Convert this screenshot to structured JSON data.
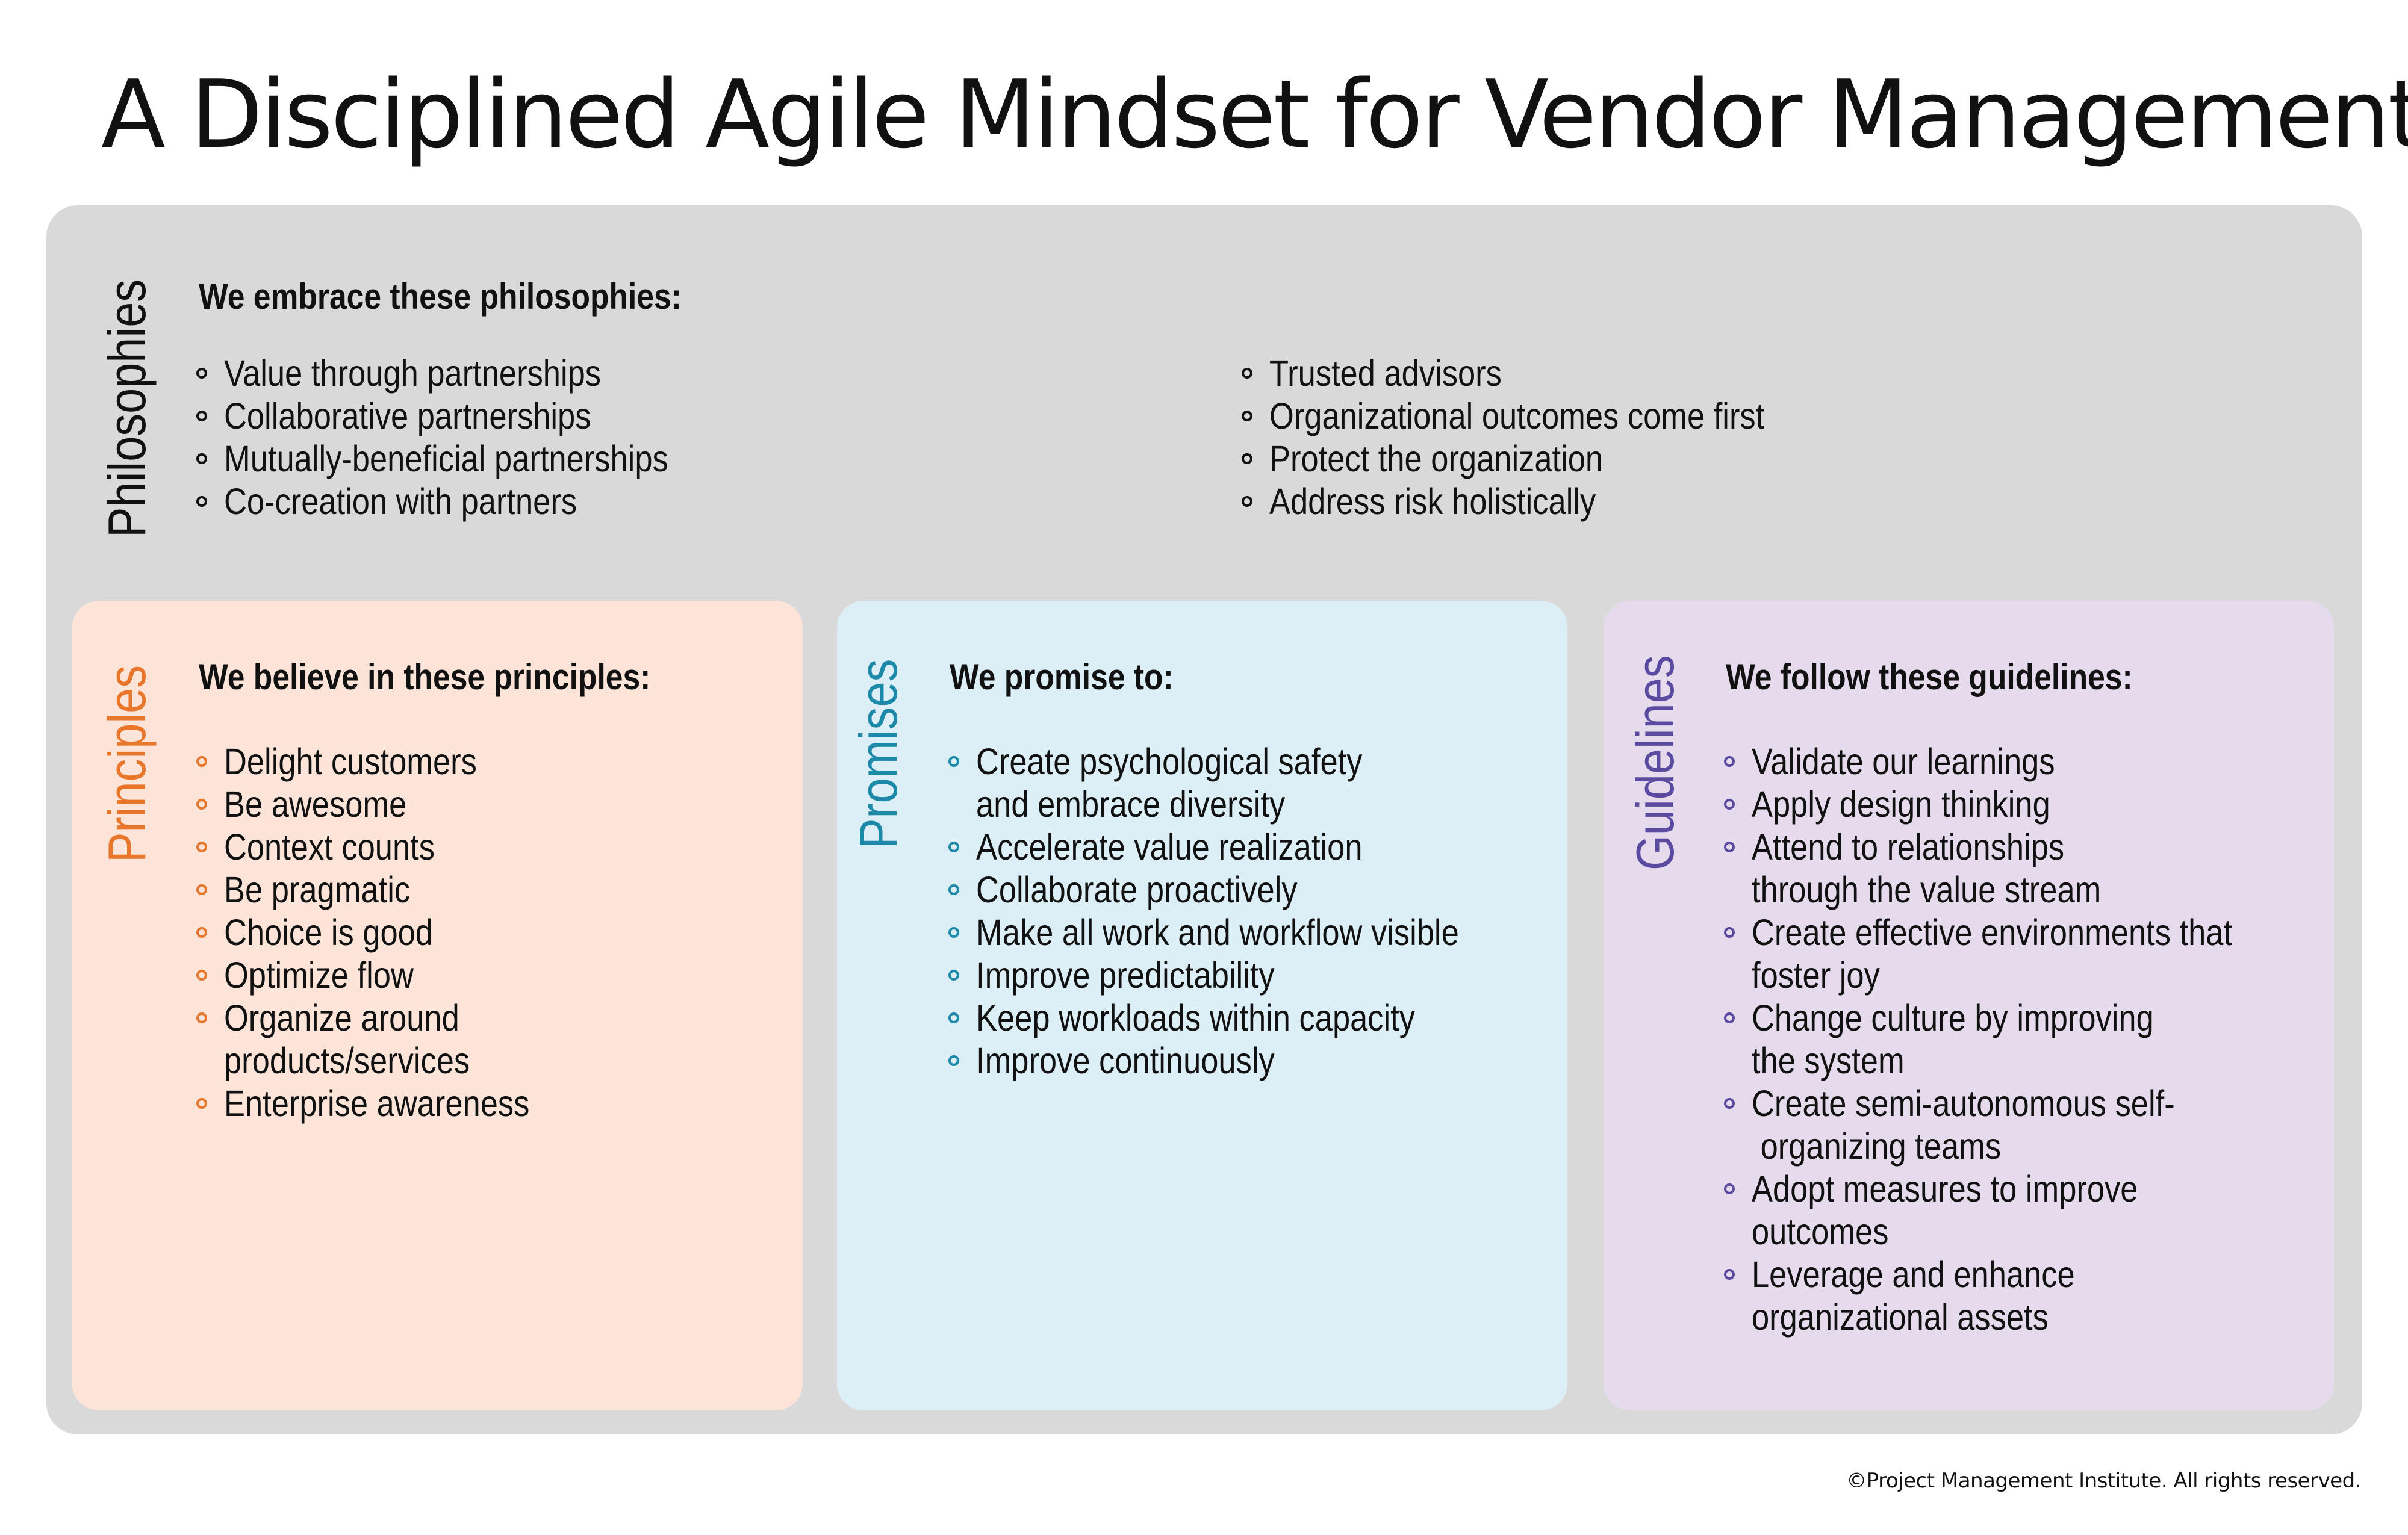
{
  "title": "A Disciplined Agile Mindset for Vendor Management",
  "colors": {
    "panel_bg": "#d9d9d9",
    "principles_accent": "#e8762b",
    "principles_bg": "#fce4d9",
    "promises_accent": "#1d89a8",
    "promises_bg": "#dceef6",
    "guidelines_accent": "#5a4ba0",
    "guidelines_bg": "#e5dbec"
  },
  "philosophies": {
    "label": "Philosophies",
    "heading": "We embrace these philosophies:",
    "left_items": [
      "Value through partnerships",
      "Collaborative partnerships",
      "Mutually-beneficial partnerships",
      "Co-creation with partners"
    ],
    "right_items": [
      "Trusted advisors",
      "Organizational outcomes come first",
      "Protect the organization",
      "Address risk holistically"
    ]
  },
  "principles": {
    "label": "Principles",
    "heading": "We believe in these principles:",
    "items": [
      "Delight customers",
      "Be awesome",
      "Context counts",
      "Be pragmatic",
      "Choice is good",
      "Optimize flow",
      "Organize around\nproducts/services",
      "Enterprise awareness"
    ]
  },
  "promises": {
    "label": "Promises",
    "heading": "We promise to:",
    "items": [
      "Create psychological safety\nand embrace diversity",
      "Accelerate value realization",
      "Collaborate proactively",
      "Make all work and workflow visible",
      "Improve predictability",
      "Keep workloads within capacity",
      "Improve continuously"
    ]
  },
  "guidelines": {
    "label": "Guidelines",
    "heading": "We follow these guidelines:",
    "items": [
      "Validate our learnings",
      "Apply design thinking",
      "Attend to relationships\nthrough the value stream",
      "Create effective environments that\nfoster joy",
      "Change culture by improving\nthe system",
      "Create semi-autonomous self-\n organizing teams",
      "Adopt measures to improve\noutcomes",
      "Leverage and enhance\norganizational assets"
    ]
  },
  "copyright": "©Project Management Institute. All rights reserved."
}
